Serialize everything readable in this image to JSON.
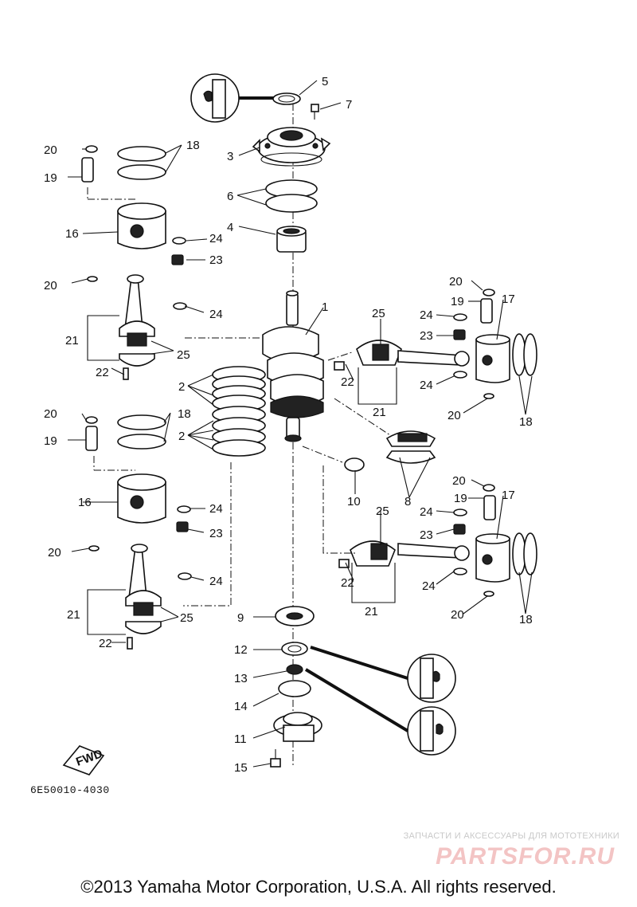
{
  "diagram": {
    "callouts": {
      "c1": "1",
      "c2a": "2",
      "c2b": "2",
      "c3": "3",
      "c4": "4",
      "c5": "5",
      "c6": "6",
      "c7": "7",
      "c8": "8",
      "c9": "9",
      "c10": "10",
      "c11": "11",
      "c12": "12",
      "c13": "13",
      "c14": "14",
      "c15": "15",
      "c16a": "16",
      "c16b": "16",
      "c17a": "17",
      "c17b": "17",
      "c18a": "18",
      "c18b": "18",
      "c18c": "18",
      "c18d": "18",
      "c19a": "19",
      "c19b": "19",
      "c19c": "19",
      "c19d": "19",
      "c20a": "20",
      "c20b": "20",
      "c20c": "20",
      "c20d": "20",
      "c20e": "20",
      "c20f": "20",
      "c20g": "20",
      "c20h": "20",
      "c21a": "21",
      "c21b": "21",
      "c21c": "21",
      "c21d": "21",
      "c22a": "22",
      "c22b": "22",
      "c22c": "22",
      "c22d": "22",
      "c23a": "23",
      "c23b": "23",
      "c23c": "23",
      "c23d": "23",
      "c24a": "24",
      "c24b": "24",
      "c24c": "24",
      "c24d": "24",
      "c24e": "24",
      "c24f": "24",
      "c24g": "24",
      "c24h": "24",
      "c25a": "25",
      "c25b": "25",
      "c25c": "25",
      "c25d": "25"
    },
    "fwd_badge": "FWD",
    "catalog_code": "6E50010-4030"
  },
  "watermark": {
    "tagline": "ЗАПЧАСТИ И АКСЕССУАРЫ ДЛЯ МОТОТЕХНИКИ",
    "logo": "PARTSFOR.RU"
  },
  "footer": {
    "copyright": "©2013 Yamaha Motor Corporation, U.S.A. All rights reserved."
  }
}
